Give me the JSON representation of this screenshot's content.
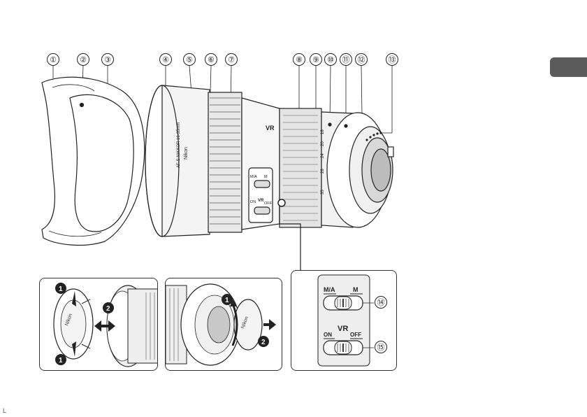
{
  "callouts": [
    {
      "id": "c1",
      "label": "①"
    },
    {
      "id": "c2",
      "label": "②"
    },
    {
      "id": "c3",
      "label": "③"
    },
    {
      "id": "c4",
      "label": "④"
    },
    {
      "id": "c5",
      "label": "⑤"
    },
    {
      "id": "c6",
      "label": "⑥"
    },
    {
      "id": "c7",
      "label": "⑦"
    },
    {
      "id": "c8",
      "label": "⑧"
    },
    {
      "id": "c9",
      "label": "⑨"
    },
    {
      "id": "c10",
      "label": "⑩"
    },
    {
      "id": "c11",
      "label": "⑪"
    },
    {
      "id": "c12",
      "label": "⑫"
    },
    {
      "id": "c13",
      "label": "⑬"
    },
    {
      "id": "c14",
      "label": "⑭"
    },
    {
      "id": "c15",
      "label": "⑮"
    }
  ],
  "lens_markings": {
    "barrel_model": "AF-S NIKKOR 16-35mm",
    "brand": "Nikon",
    "vr_badge": "VR",
    "focal_marks": [
      "18",
      "20",
      "24",
      "28",
      "35"
    ],
    "switch_focus_left": "M/A",
    "switch_focus_right": "M",
    "switch_vr_on": "ON",
    "switch_vr_title": "VR",
    "switch_vr_off": "OFF"
  },
  "detail_panel": {
    "focus_left": "M/A",
    "focus_right": "M",
    "vr_on": "ON",
    "vr_title": "VR",
    "vr_off": "OFF"
  },
  "steps": {
    "step1": "1",
    "step2": "2"
  },
  "caps": {
    "front_cap_brand": "Nikon",
    "rear_cap_brand": "Nikon"
  },
  "page_marker": "L"
}
